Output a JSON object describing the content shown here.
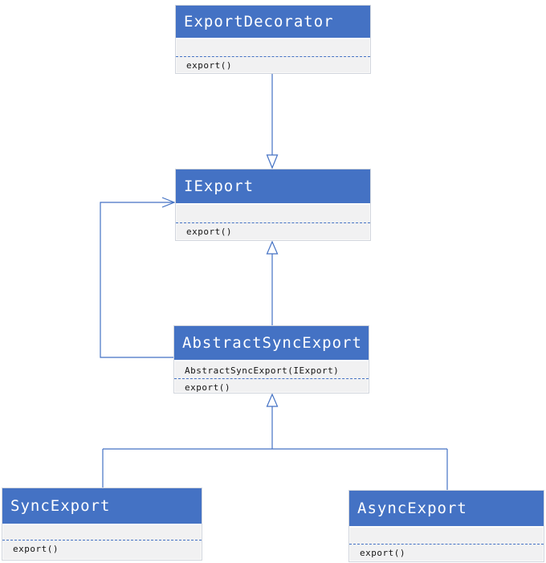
{
  "colors": {
    "header_fill": "#4472C4",
    "header_text": "#FFFFFF",
    "body_fill": "#F1F1F2",
    "box_border": "#D2D6DD",
    "connector": "#4472C4",
    "member_text": "#141414"
  },
  "classes": [
    {
      "name": "ExportDecorator",
      "attributes": [],
      "methods": [
        "export()"
      ]
    },
    {
      "name": "IExport",
      "attributes": [],
      "methods": [
        "export()"
      ]
    },
    {
      "name": "AbstractSyncExport",
      "attributes": [
        "AbstractSyncExport(IExport)"
      ],
      "methods": [
        "export()"
      ]
    },
    {
      "name": "SyncExport",
      "attributes": [],
      "methods": [
        "export()"
      ]
    },
    {
      "name": "AsyncExport",
      "attributes": [],
      "methods": [
        "export()"
      ]
    }
  ],
  "relations": [
    {
      "from": "ExportDecorator",
      "to": "IExport",
      "type": "generalization",
      "marker": "hollow-triangle"
    },
    {
      "from": "AbstractSyncExport",
      "to": "IExport",
      "type": "generalization",
      "marker": "hollow-triangle"
    },
    {
      "from": "AbstractSyncExport",
      "to": "IExport",
      "type": "association",
      "marker": "open-arrow"
    },
    {
      "from": "SyncExport",
      "to": "AbstractSyncExport",
      "type": "generalization",
      "marker": "hollow-triangle"
    },
    {
      "from": "AsyncExport",
      "to": "AbstractSyncExport",
      "type": "generalization",
      "marker": "hollow-triangle"
    }
  ]
}
